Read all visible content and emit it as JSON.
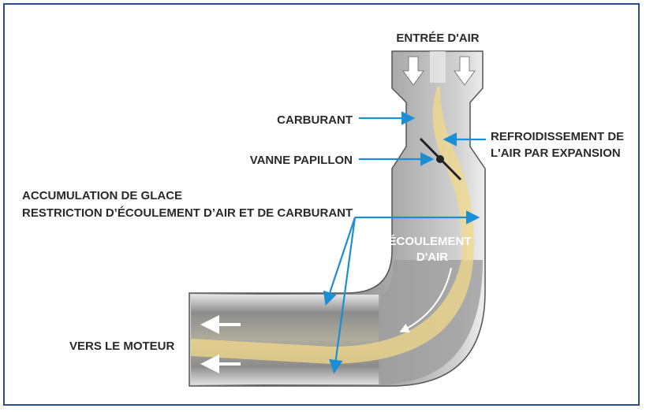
{
  "diagram": {
    "labels": {
      "air_inlet": "ENTRÉE D'AIR",
      "fuel": "CARBURANT",
      "cooling_line1": "REFROIDISSEMENT DE",
      "cooling_line2": "L'AIR PAR EXPANSION",
      "throttle": "VANNE PAPILLON",
      "ice_line1": "ACCUMULATION DE GLACE",
      "ice_line2": "RESTRICTION D’ÉCOULEMENT D’AIR ET DE CARBURANT",
      "airflow_line1": "ÉCOULEMENT",
      "airflow_line2": "D'AIR",
      "to_engine": "VERS LE MOTEUR"
    },
    "colors": {
      "callout": "#1a8fd6",
      "frame": "#2c4f8c",
      "fuel_mist": "#f2d88a",
      "pipe": "#8a8a8a"
    }
  }
}
